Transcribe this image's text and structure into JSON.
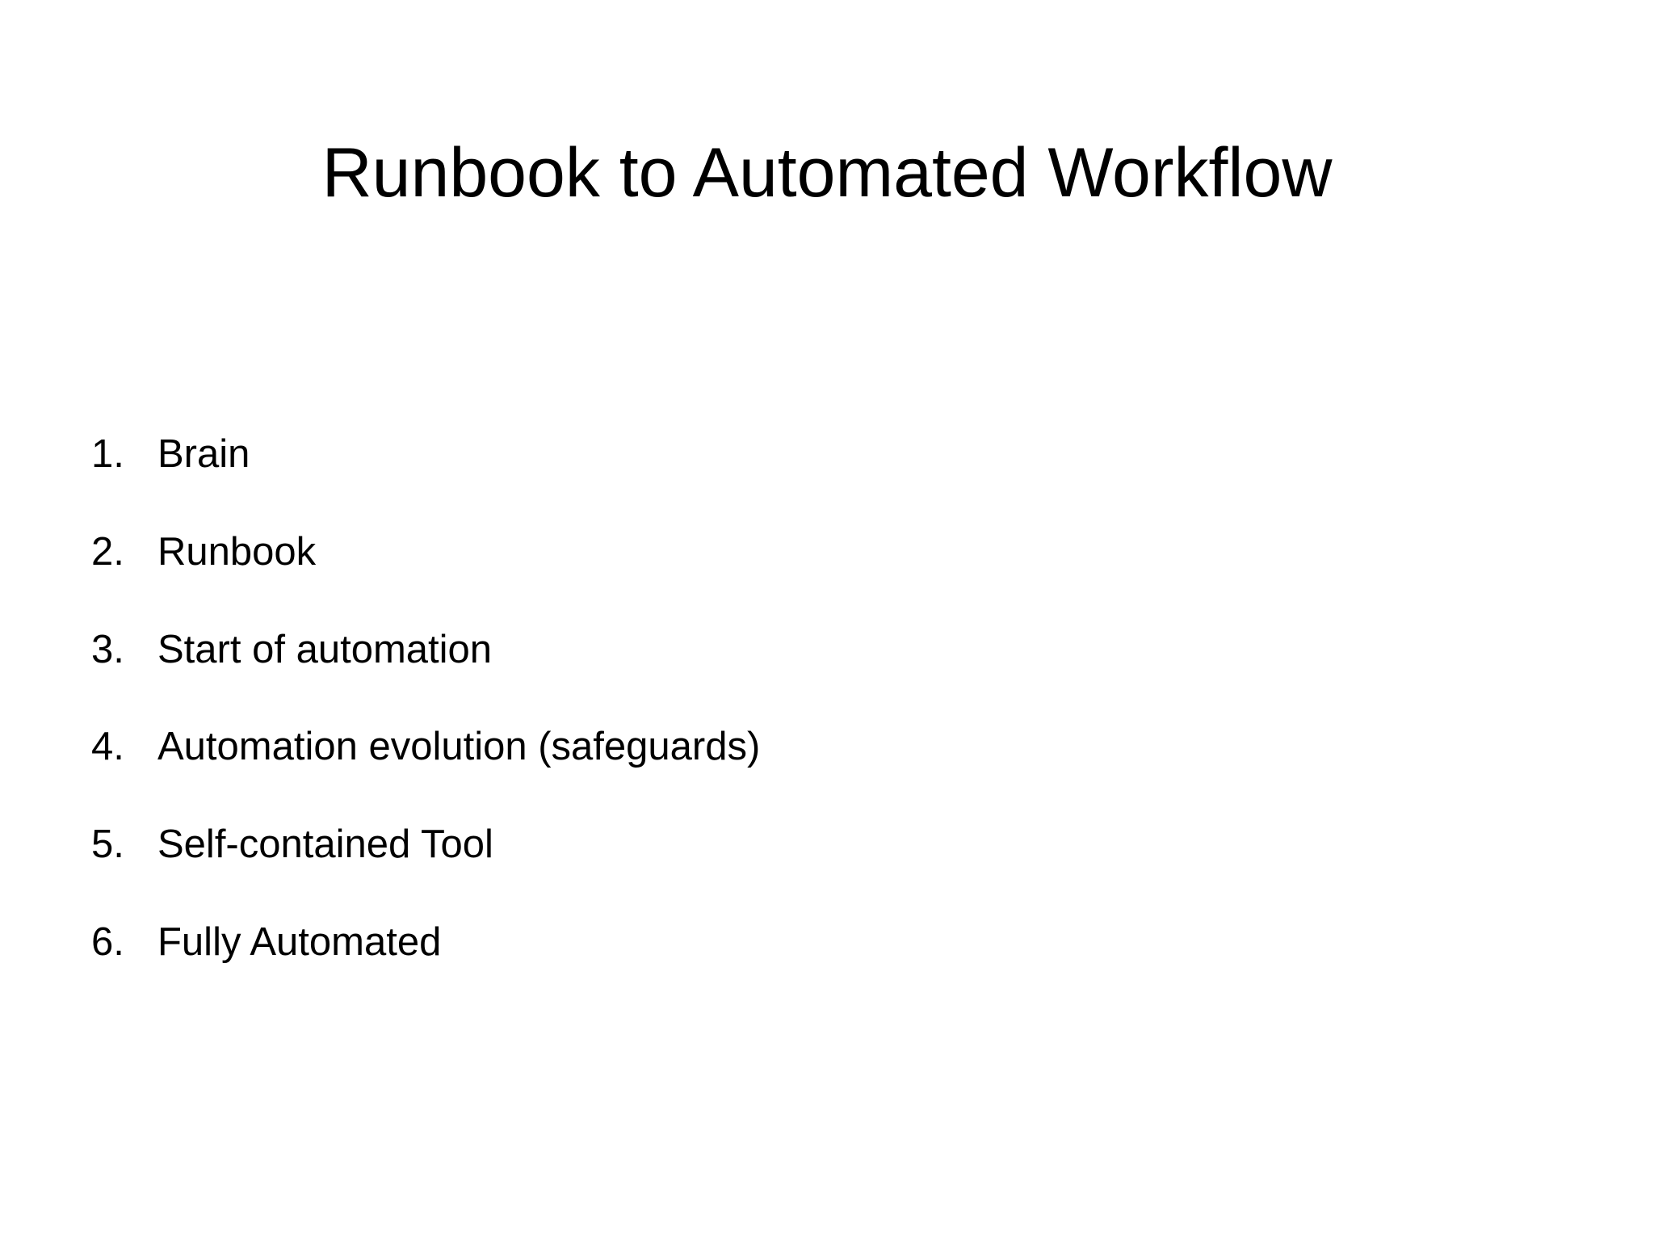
{
  "slide": {
    "title": "Runbook to Automated Workflow",
    "list_items": [
      {
        "number": "1.",
        "label": "Brain"
      },
      {
        "number": "2.",
        "label": "Runbook"
      },
      {
        "number": "3.",
        "label": "Start of automation"
      },
      {
        "number": "4.",
        "label": "Automation evolution (safeguards)"
      },
      {
        "number": "5.",
        "label": "Self-contained Tool"
      },
      {
        "number": "6.",
        "label": "Fully Automated"
      }
    ]
  },
  "colors": {
    "background": "#ffffff",
    "text": "#000000"
  }
}
